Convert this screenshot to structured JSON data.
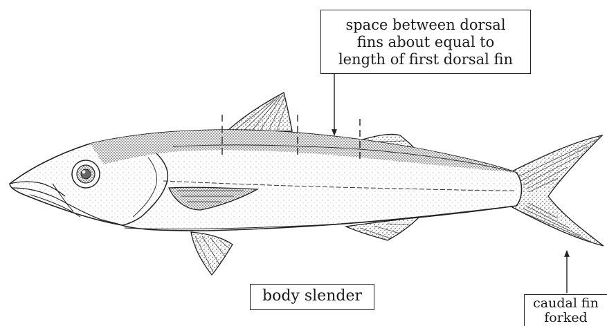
{
  "annotations": {
    "dorsal_spacing": {
      "lines": [
        "space between dorsal",
        "fins about equal to",
        "length of first dorsal fin"
      ]
    },
    "body": {
      "text": "body slender"
    },
    "caudal": {
      "lines": [
        "caudal fin",
        "forked"
      ]
    }
  }
}
